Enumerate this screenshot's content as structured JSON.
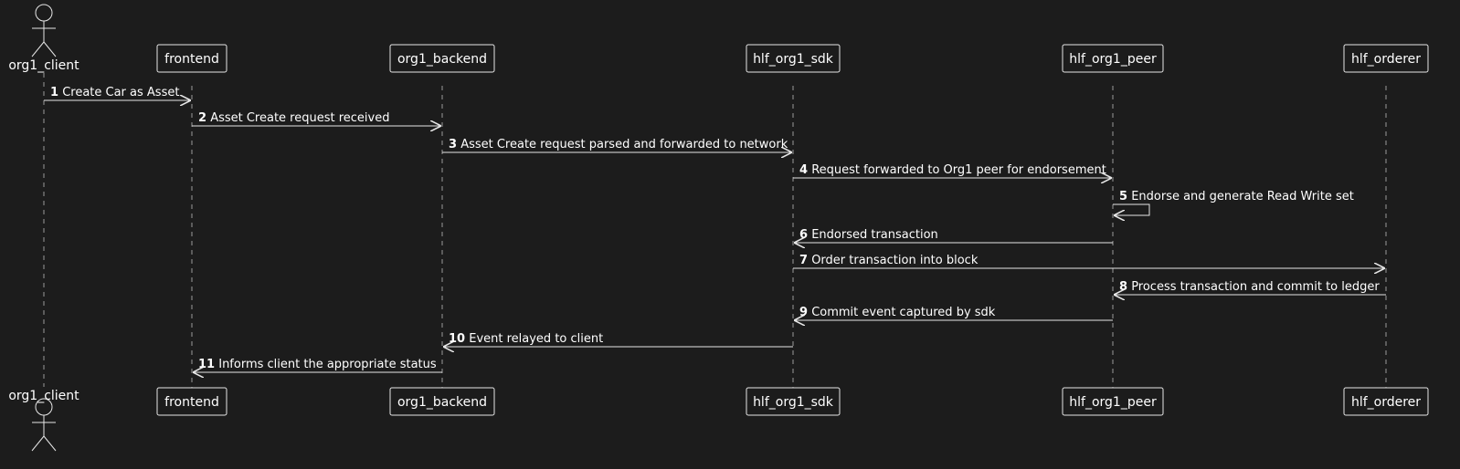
{
  "diagram": {
    "type": "sequence",
    "participants": [
      {
        "id": "org1_client",
        "label": "org1_client",
        "kind": "actor"
      },
      {
        "id": "frontend",
        "label": "frontend",
        "kind": "box"
      },
      {
        "id": "org1_backend",
        "label": "org1_backend",
        "kind": "box"
      },
      {
        "id": "hlf_org1_sdk",
        "label": "hlf_org1_sdk",
        "kind": "box"
      },
      {
        "id": "hlf_org1_peer",
        "label": "hlf_org1_peer",
        "kind": "box"
      },
      {
        "id": "hlf_orderer",
        "label": "hlf_orderer",
        "kind": "box"
      }
    ],
    "messages": [
      {
        "num": "1",
        "from": 0,
        "to": 1,
        "text": "Create Car as Asset"
      },
      {
        "num": "2",
        "from": 1,
        "to": 2,
        "text": "Asset Create request received"
      },
      {
        "num": "3",
        "from": 2,
        "to": 3,
        "text": "Asset Create request parsed and forwarded to network"
      },
      {
        "num": "4",
        "from": 3,
        "to": 4,
        "text": "Request forwarded to Org1 peer for endorsement"
      },
      {
        "num": "5",
        "from": 4,
        "to": 4,
        "text": "Endorse and generate Read Write set"
      },
      {
        "num": "6",
        "from": 4,
        "to": 3,
        "text": "Endorsed transaction"
      },
      {
        "num": "7",
        "from": 3,
        "to": 5,
        "text": "Order transaction into block"
      },
      {
        "num": "8",
        "from": 5,
        "to": 4,
        "text": "Process transaction and commit to ledger"
      },
      {
        "num": "9",
        "from": 4,
        "to": 3,
        "text": "Commit event captured by sdk"
      },
      {
        "num": "10",
        "from": 3,
        "to": 2,
        "text": "Event relayed to client"
      },
      {
        "num": "11",
        "from": 2,
        "to": 1,
        "text": "Informs client the appropriate status"
      }
    ],
    "colors": {
      "background": "#1c1c1c",
      "line": "#e6e6e6",
      "lifeline": "#9a9a9a",
      "text": "#ffffff",
      "box_fill": "#1c1c1c"
    }
  }
}
